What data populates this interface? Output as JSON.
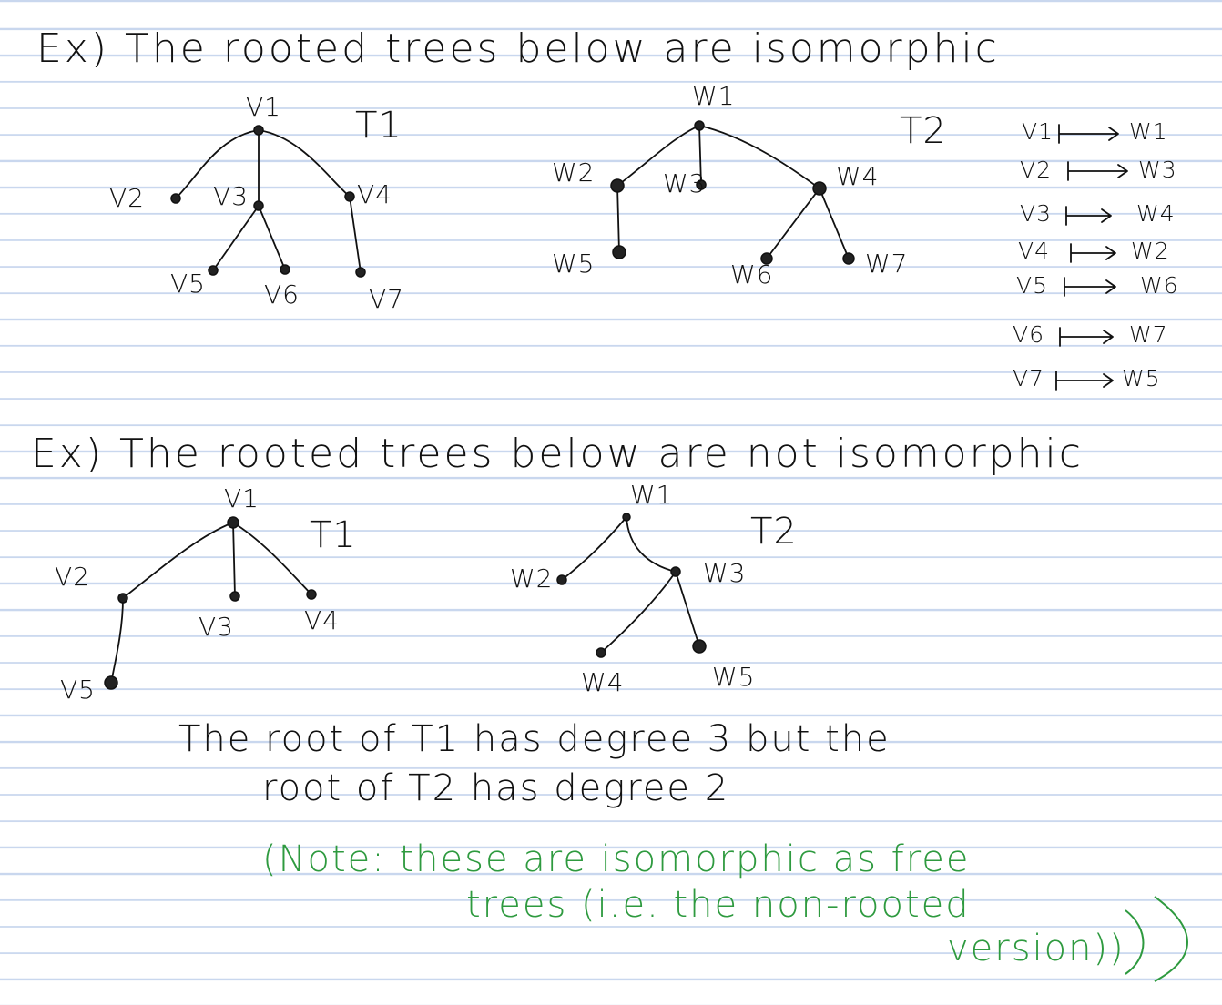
{
  "example1": {
    "heading": "Ex) The rooted trees below are isomorphic",
    "tree1": {
      "name": "T1",
      "labels": {
        "v1": "V1",
        "v2": "V2",
        "v3": "V3",
        "v4": "V4",
        "v5": "V5",
        "v6": "V6",
        "v7": "V7"
      }
    },
    "tree2": {
      "name": "T2",
      "labels": {
        "w1": "W1",
        "w2": "W2",
        "w3": "W3",
        "w4": "W4",
        "w5": "W5",
        "w6": "W6",
        "w7": "W7"
      }
    },
    "mapping": [
      {
        "from": "V1",
        "to": "W1"
      },
      {
        "from": "V2",
        "to": "W3"
      },
      {
        "from": "V3",
        "to": "W4"
      },
      {
        "from": "V4",
        "to": "W2"
      },
      {
        "from": "V5",
        "to": "W6"
      },
      {
        "from": "V6",
        "to": "W7"
      },
      {
        "from": "V7",
        "to": "W5"
      }
    ]
  },
  "example2": {
    "heading": "Ex) The rooted trees below are not isomorphic",
    "tree1": {
      "name": "T1",
      "labels": {
        "v1": "V1",
        "v2": "V2",
        "v3": "V3",
        "v4": "V4",
        "v5": "V5"
      }
    },
    "tree2": {
      "name": "T2",
      "labels": {
        "w1": "W1",
        "w2": "W2",
        "w3": "W3",
        "w4": "W4",
        "w5": "W5"
      }
    },
    "explanation_line1": "The root of T1 has degree 3 but the",
    "explanation_line2": "root of T2 has degree 2",
    "note_line1": "(Note: these are isomorphic as free",
    "note_line2": "trees (i.e. the non-rooted",
    "note_line3": "version))"
  },
  "colors": {
    "ink": "#111111",
    "note_ink": "#2e9a3f",
    "rule_line": "#c9d7ee"
  }
}
